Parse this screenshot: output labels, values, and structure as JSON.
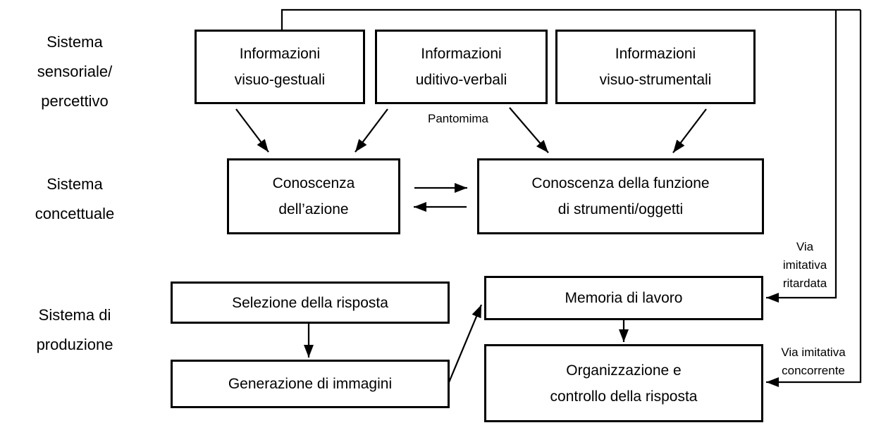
{
  "diagram": {
    "colors": {
      "ink": "#000000",
      "background": "#ffffff"
    },
    "row_labels": {
      "sensoriale": {
        "lines": [
          "Sistema",
          "sensoriale/",
          "percettivo"
        ]
      },
      "concettuale": {
        "lines": [
          "Sistema",
          "concettuale"
        ]
      },
      "produzione": {
        "lines": [
          "Sistema di",
          "produzione"
        ]
      }
    },
    "boxes": {
      "visuo_gestuali": {
        "lines": [
          "Informazioni",
          "visuo-gestuali"
        ]
      },
      "uditivo_verbali": {
        "lines": [
          "Informazioni",
          "uditivo-verbali"
        ]
      },
      "visuo_strumentali": {
        "lines": [
          "Informazioni",
          "visuo-strumentali"
        ]
      },
      "conoscenza_azione": {
        "lines": [
          "Conoscenza",
          "dell’azione"
        ]
      },
      "conoscenza_funzione": {
        "lines": [
          "Conoscenza della funzione",
          "di strumenti/oggetti"
        ]
      },
      "selezione": {
        "lines": [
          "Selezione della risposta"
        ]
      },
      "generazione": {
        "lines": [
          "Generazione di immagini"
        ]
      },
      "memoria": {
        "lines": [
          "Memoria di lavoro"
        ]
      },
      "organizzazione": {
        "lines": [
          "Organizzazione e",
          "controllo della risposta"
        ]
      }
    },
    "annotations": {
      "pantomima": {
        "lines": [
          "Pantomima"
        ]
      },
      "via_imitativa_ritardata": {
        "lines": [
          "Via",
          "imitativa",
          "ritardata"
        ]
      },
      "via_imitativa_concorrente": {
        "lines": [
          "Via imitativa",
          "concorrente"
        ]
      }
    }
  }
}
